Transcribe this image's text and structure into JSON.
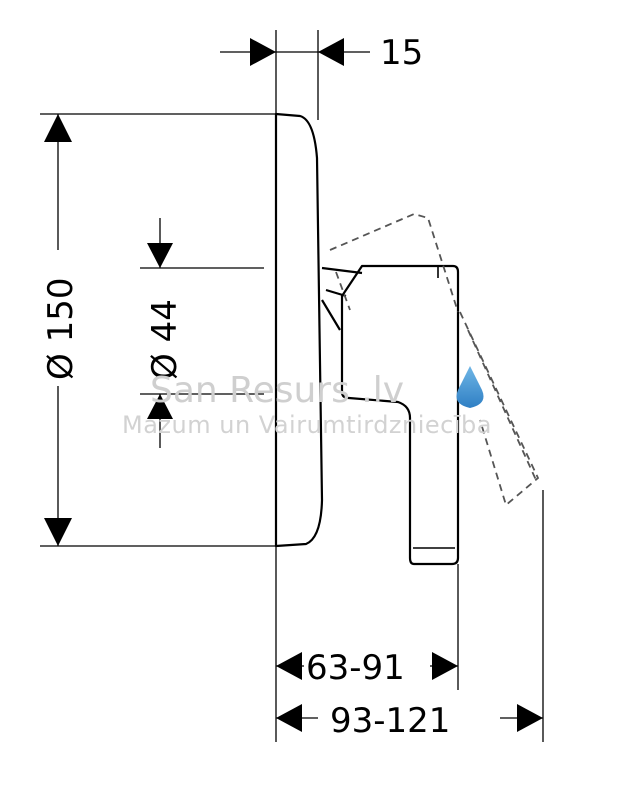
{
  "dimensions": {
    "top_width": "15",
    "height_outer": "Ø 150",
    "height_inner": "Ø 44",
    "depth_handle": "63-91",
    "depth_total": "93-121"
  },
  "watermark": {
    "brand": "San Resurs .lv",
    "tagline": "Mazum un Vairumtirdzniecība",
    "drop_colors": [
      "#6fb6e6",
      "#2f7fc4"
    ]
  }
}
